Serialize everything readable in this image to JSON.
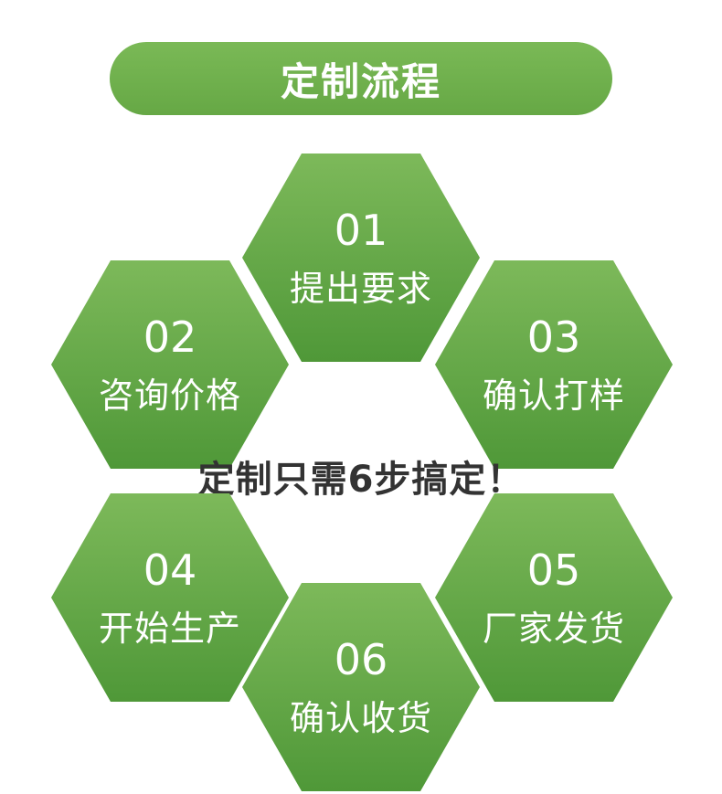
{
  "title": "定制流程",
  "steps": [
    {
      "num": "01",
      "label": "提出要求"
    },
    {
      "num": "02",
      "label": "咨询价格"
    },
    {
      "num": "03",
      "label": "确认打样"
    },
    {
      "num": "04",
      "label": "开始生产"
    },
    {
      "num": "05",
      "label": "厂家发货"
    },
    {
      "num": "06",
      "label": "确认收货"
    }
  ],
  "center_text": "定制只需6步搞定！",
  "colors": {
    "accent_green": "#6aaa4a",
    "hex_top": "#7db95a",
    "hex_bottom": "#4f9838",
    "center_text": "#333333"
  }
}
